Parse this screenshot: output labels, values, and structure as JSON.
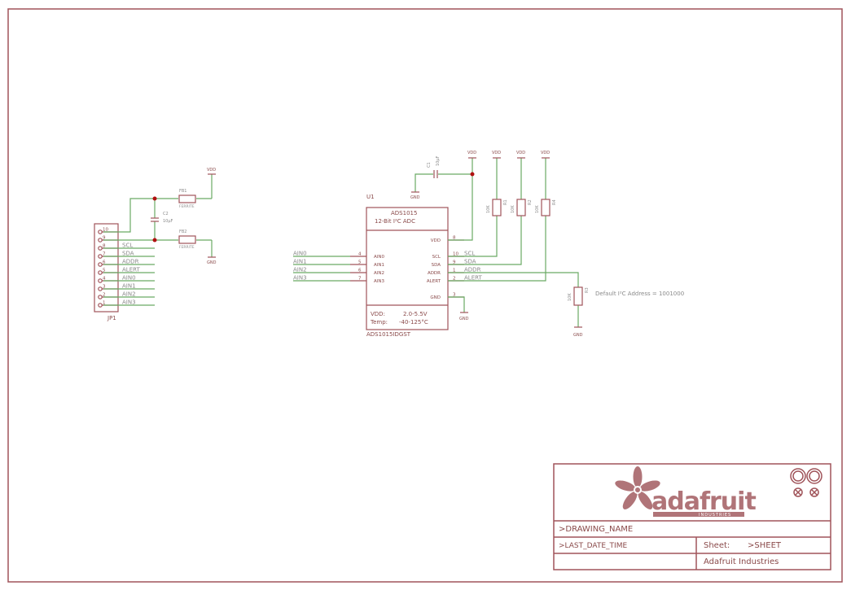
{
  "colors": {
    "frame": "#a0545a",
    "wire": "#6aaa64",
    "junction": "#b01010",
    "text": "#8a4a4a",
    "label": "#8a8a8a",
    "background": "#ffffff"
  },
  "jp1": {
    "ref": "JP1",
    "pin_numbers": [
      "10",
      "9",
      "8",
      "7",
      "6",
      "5",
      "4",
      "3",
      "2",
      "1"
    ],
    "net_labels": [
      "SCL",
      "SDA",
      "ADDR",
      "ALERT",
      "AIN0",
      "AIN1",
      "AIN2",
      "AIN3"
    ]
  },
  "fb1": {
    "ref": "FB1",
    "value": "FERRITE"
  },
  "fb2": {
    "ref": "FB2",
    "value": "FERRITE"
  },
  "c2": {
    "ref": "C2",
    "value": "10µF"
  },
  "c1": {
    "ref": "C1",
    "value": "10µF"
  },
  "vdd_label": "VDD",
  "gnd_label": "GND",
  "u1": {
    "ref": "U1",
    "name": "ADS1015",
    "description": "12-Bit I²C ADC",
    "package": "ADS1015IDGST",
    "specs": [
      {
        "label": "VDD:",
        "value": "2.0-5.5V"
      },
      {
        "label": "Temp:",
        "value": "-40-125°C"
      }
    ],
    "left_pins": [
      {
        "name": "AIN0",
        "num": "4",
        "net": "AIN0"
      },
      {
        "name": "AIN1",
        "num": "5",
        "net": "AIN1"
      },
      {
        "name": "AIN2",
        "num": "6",
        "net": "AIN2"
      },
      {
        "name": "AIN3",
        "num": "7",
        "net": "AIN3"
      }
    ],
    "right_pins": [
      {
        "name": "VDD",
        "num": "8",
        "net": ""
      },
      {
        "name": "SCL",
        "num": "10",
        "net": "SCL"
      },
      {
        "name": "SDA",
        "num": "9",
        "net": "SDA"
      },
      {
        "name": "ADDR",
        "num": "1",
        "net": "ADDR"
      },
      {
        "name": "ALERT",
        "num": "2",
        "net": "ALERT"
      },
      {
        "name": "GND",
        "num": "3",
        "net": ""
      }
    ]
  },
  "pullups": [
    {
      "ref": "R1",
      "value": "10K"
    },
    {
      "ref": "R2",
      "value": "10K"
    },
    {
      "ref": "R4",
      "value": "10K"
    }
  ],
  "r3": {
    "ref": "R3",
    "value": "10K"
  },
  "address_note": "Default I²C Address = 1001000",
  "title_block": {
    "brand": "adafruit",
    "brand_sub": "INDUSTRIES",
    "drawing_name": ">DRAWING_NAME",
    "last_date_time": ">LAST_DATE_TIME",
    "sheet_label": "Sheet:",
    "sheet_value": ">SHEET",
    "company": "Adafruit Industries"
  }
}
